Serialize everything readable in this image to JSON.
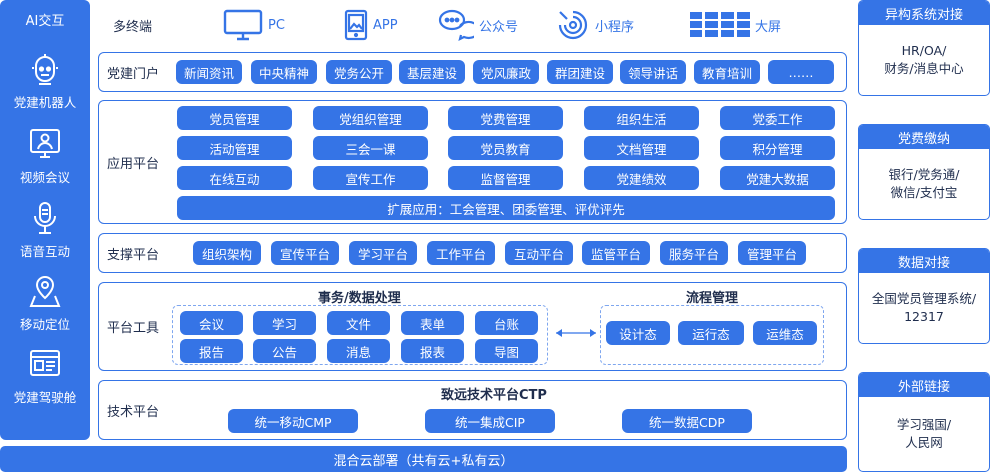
{
  "left": {
    "title": "AI交互",
    "items": [
      {
        "label": "党建机器人",
        "icon": "robot-head-icon"
      },
      {
        "label": "视频会议",
        "icon": "video-conference-icon"
      },
      {
        "label": "语音互动",
        "icon": "microphone-icon"
      },
      {
        "label": "移动定位",
        "icon": "location-pin-icon"
      },
      {
        "label": "党建驾驶舱",
        "icon": "dashboard-screen-icon"
      }
    ]
  },
  "terminals": {
    "label": "多终端",
    "items": [
      {
        "label": "PC",
        "icon": "monitor-icon"
      },
      {
        "label": "APP",
        "icon": "phone-app-icon"
      },
      {
        "label": "公众号",
        "icon": "chat-bubbles-icon"
      },
      {
        "label": "小程序",
        "icon": "mini-program-icon"
      },
      {
        "label": "大屏",
        "icon": "big-screen-icon"
      }
    ]
  },
  "portal": {
    "label": "党建门户",
    "items": [
      "新闻资讯",
      "中央精神",
      "党务公开",
      "基层建设",
      "党风廉政",
      "群团建设",
      "领导讲话",
      "教育培训",
      "……"
    ]
  },
  "application": {
    "label": "应用平台",
    "rows": [
      [
        "党员管理",
        "党组织管理",
        "党费管理",
        "组织生活",
        "党委工作"
      ],
      [
        "活动管理",
        "三会一课",
        "党员教育",
        "文档管理",
        "积分管理"
      ],
      [
        "在线互动",
        "宣传工作",
        "监督管理",
        "党建绩效",
        "党建大数据"
      ]
    ],
    "extension": "扩展应用：工会管理、团委管理、评优评先"
  },
  "support": {
    "label": "支撑平台",
    "items": [
      "组织架构",
      "宣传平台",
      "学习平台",
      "工作平台",
      "互动平台",
      "监管平台",
      "服务平台",
      "管理平台"
    ]
  },
  "tools": {
    "label": "平台工具",
    "affairs_title": "事务/数据处理",
    "affairs_rows": [
      [
        "会议",
        "学习",
        "文件",
        "表单",
        "台账"
      ],
      [
        "报告",
        "公告",
        "消息",
        "报表",
        "导图"
      ]
    ],
    "flow_title": "流程管理",
    "flow_items": [
      "设计态",
      "运行态",
      "运维态"
    ]
  },
  "tech": {
    "label": "技术平台",
    "title": "致远技术平台CTP",
    "items": [
      "统一移动CMP",
      "统一集成CIP",
      "统一数据CDP"
    ]
  },
  "bottom": "混合云部署（共有云+私有云）",
  "right": [
    {
      "title": "异构系统对接",
      "body": "HR/OA/\n财务/消息中心"
    },
    {
      "title": "党费缴纳",
      "body": "银行/党务通/\n微信/支付宝"
    },
    {
      "title": "数据对接",
      "body": "全国党员管理系统/\n12317"
    },
    {
      "title": "外部链接",
      "body": "学习强国/\n人民网"
    }
  ],
  "colors": {
    "primary": "#3574e6",
    "dashed": "#7ea6ef",
    "text": "#1f2d4d"
  }
}
